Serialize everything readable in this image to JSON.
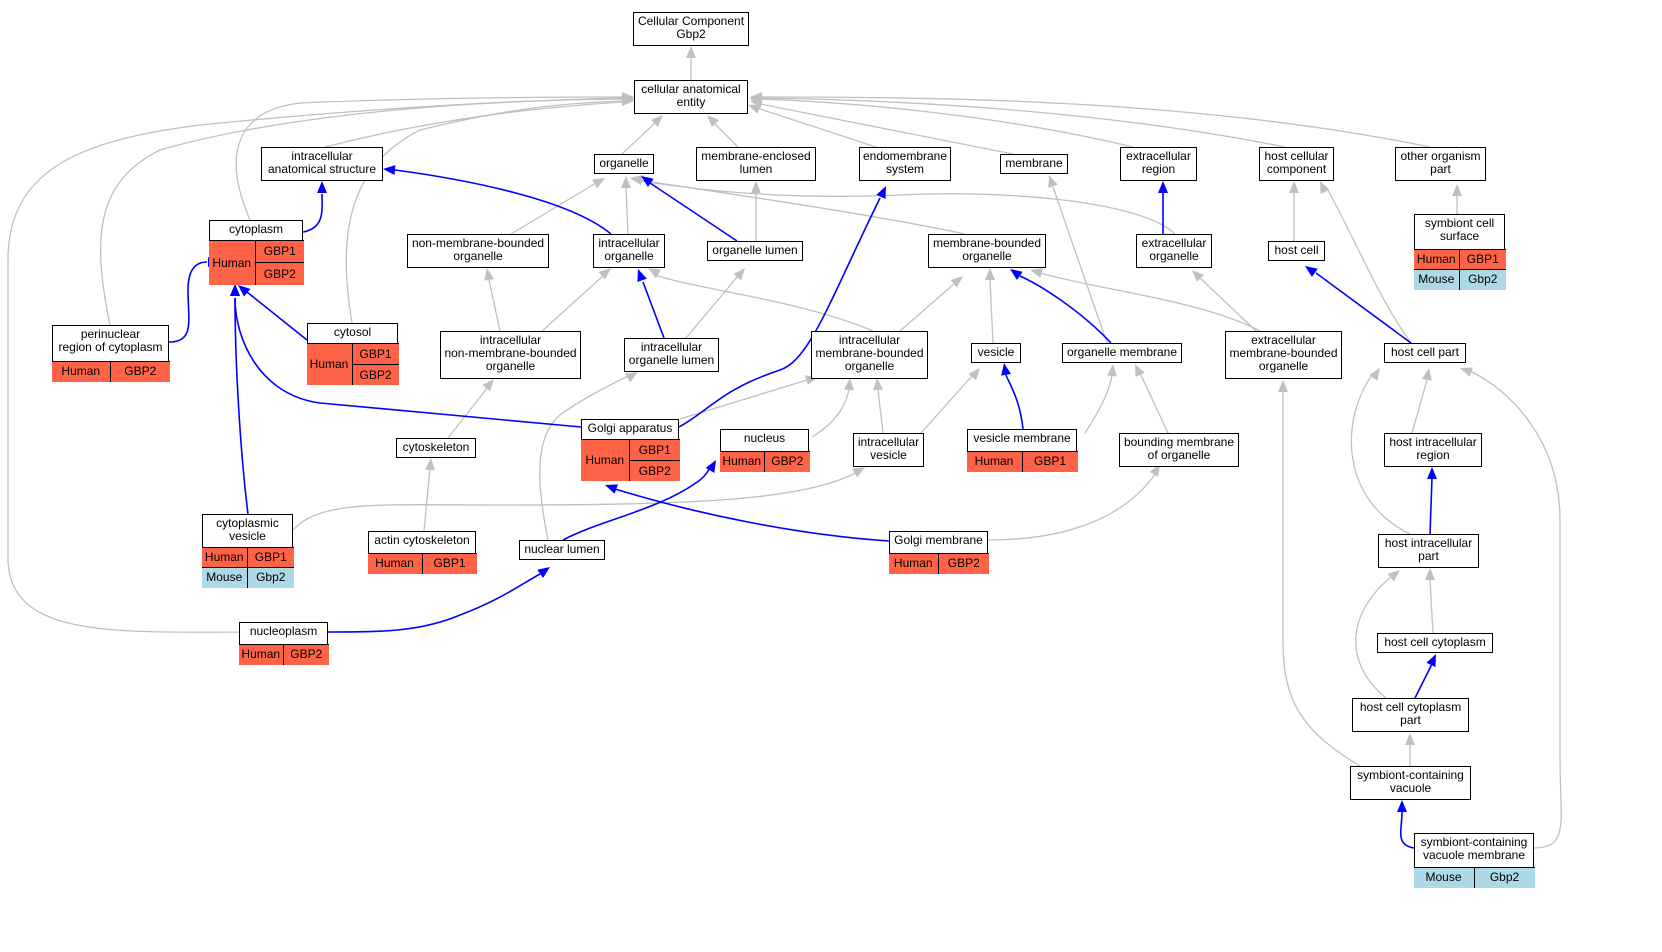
{
  "colors": {
    "human": "#ff6347",
    "mouse": "#add8e6",
    "inferred_edge": "#c0c0c0",
    "direct_edge": "#0000ff"
  },
  "nodes": [
    {
      "id": "root",
      "lines": [
        "Cellular Component",
        "Gbp2"
      ]
    },
    {
      "id": "cae",
      "lines": [
        "cellular anatomical",
        "entity"
      ]
    },
    {
      "id": "ias",
      "lines": [
        "intracellular",
        "anatomical structure"
      ]
    },
    {
      "id": "organelle",
      "lines": [
        "organelle"
      ]
    },
    {
      "id": "mel",
      "lines": [
        "membrane-enclosed",
        "lumen"
      ]
    },
    {
      "id": "endo",
      "lines": [
        "endomembrane",
        "system"
      ]
    },
    {
      "id": "membrane",
      "lines": [
        "membrane"
      ]
    },
    {
      "id": "exreg",
      "lines": [
        "extracellular",
        "region"
      ]
    },
    {
      "id": "hcc",
      "lines": [
        "host cellular",
        "component"
      ]
    },
    {
      "id": "oop",
      "lines": [
        "other organism",
        "part"
      ]
    },
    {
      "id": "cytoplasm",
      "lines": [
        "cytoplasm"
      ],
      "ann": {
        "species": "Human",
        "genes": [
          "GBP1",
          "GBP2"
        ]
      }
    },
    {
      "id": "nmbo",
      "lines": [
        "non-membrane-bounded",
        "organelle"
      ]
    },
    {
      "id": "io",
      "lines": [
        "intracellular",
        "organelle"
      ]
    },
    {
      "id": "ol",
      "lines": [
        "organelle lumen"
      ]
    },
    {
      "id": "mbo",
      "lines": [
        "membrane-bounded",
        "organelle"
      ]
    },
    {
      "id": "exorg",
      "lines": [
        "extracellular",
        "organelle"
      ]
    },
    {
      "id": "hostcell",
      "lines": [
        "host cell"
      ]
    },
    {
      "id": "scs",
      "lines": [
        "symbiont cell",
        "surface"
      ],
      "rows": [
        [
          "Human",
          "GBP1"
        ],
        [
          "Mouse",
          "Gbp2"
        ]
      ]
    },
    {
      "id": "perinuc",
      "lines": [
        "perinuclear",
        "region of cytoplasm"
      ],
      "rows": [
        [
          "Human",
          "GBP2"
        ]
      ]
    },
    {
      "id": "cytosol",
      "lines": [
        "cytosol"
      ],
      "ann": {
        "species": "Human",
        "genes": [
          "GBP1",
          "GBP2"
        ]
      }
    },
    {
      "id": "inmbo",
      "lines": [
        "intracellular",
        "non-membrane-bounded",
        "organelle"
      ]
    },
    {
      "id": "iol",
      "lines": [
        "intracellular",
        "organelle lumen"
      ]
    },
    {
      "id": "imbo",
      "lines": [
        "intracellular",
        "membrane-bounded",
        "organelle"
      ]
    },
    {
      "id": "vesicle",
      "lines": [
        "vesicle"
      ]
    },
    {
      "id": "orgmem",
      "lines": [
        "organelle membrane"
      ]
    },
    {
      "id": "embo",
      "lines": [
        "extracellular",
        "membrane-bounded",
        "organelle"
      ]
    },
    {
      "id": "hcp",
      "lines": [
        "host cell part"
      ]
    },
    {
      "id": "golgi",
      "lines": [
        "Golgi apparatus"
      ],
      "ann": {
        "species": "Human",
        "genes": [
          "GBP1",
          "GBP2"
        ]
      }
    },
    {
      "id": "nucleus",
      "lines": [
        "nucleus"
      ],
      "rows": [
        [
          "Human",
          "GBP2"
        ]
      ]
    },
    {
      "id": "iv",
      "lines": [
        "intracellular",
        "vesicle"
      ]
    },
    {
      "id": "vesmem",
      "lines": [
        "vesicle membrane"
      ],
      "rows": [
        [
          "Human",
          "GBP1"
        ]
      ]
    },
    {
      "id": "bmo",
      "lines": [
        "bounding membrane",
        "of organelle"
      ]
    },
    {
      "id": "hir",
      "lines": [
        "host intracellular",
        "region"
      ]
    },
    {
      "id": "cytoskel",
      "lines": [
        "cytoskeleton"
      ]
    },
    {
      "id": "cytves",
      "lines": [
        "cytoplasmic",
        "vesicle"
      ],
      "rows": [
        [
          "Human",
          "GBP1"
        ],
        [
          "Mouse",
          "Gbp2"
        ]
      ]
    },
    {
      "id": "actin",
      "lines": [
        "actin cytoskeleton"
      ],
      "rows": [
        [
          "Human",
          "GBP1"
        ]
      ]
    },
    {
      "id": "nuclum",
      "lines": [
        "nuclear lumen"
      ]
    },
    {
      "id": "golgimem",
      "lines": [
        "Golgi membrane"
      ],
      "rows": [
        [
          "Human",
          "GBP2"
        ]
      ]
    },
    {
      "id": "hip",
      "lines": [
        "host intracellular",
        "part"
      ]
    },
    {
      "id": "nucleoplasm",
      "lines": [
        "nucleoplasm"
      ],
      "rows": [
        [
          "Human",
          "GBP2"
        ]
      ]
    },
    {
      "id": "hccyt",
      "lines": [
        "host cell cytoplasm"
      ]
    },
    {
      "id": "hccp",
      "lines": [
        "host cell cytoplasm",
        "part"
      ]
    },
    {
      "id": "scv",
      "lines": [
        "symbiont-containing",
        "vacuole"
      ]
    },
    {
      "id": "scvm",
      "lines": [
        "symbiont-containing",
        "vacuole membrane"
      ],
      "rows": [
        [
          "Mouse",
          "Gbp2"
        ]
      ]
    }
  ]
}
